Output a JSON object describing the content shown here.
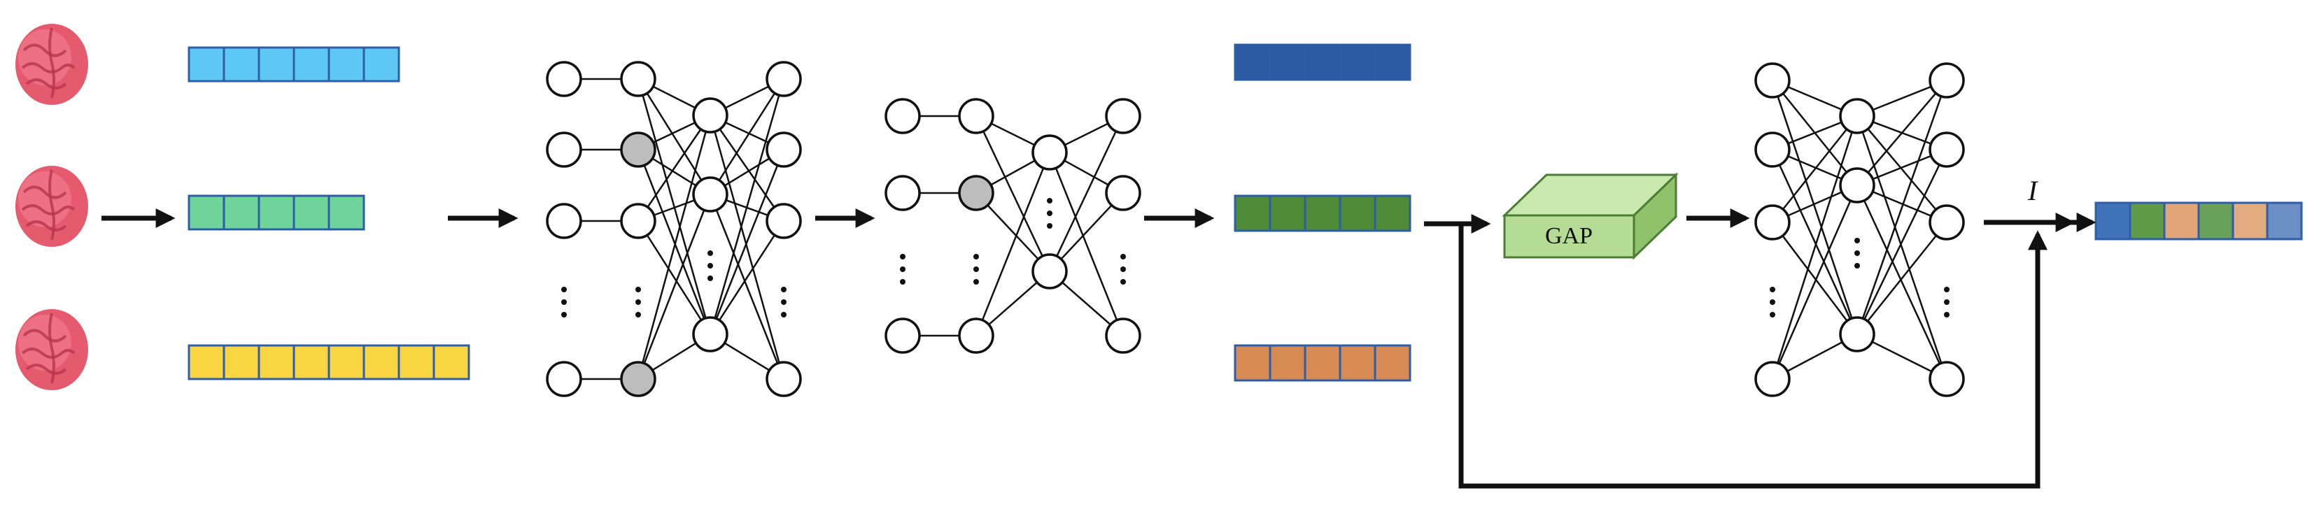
{
  "labels": {
    "gap": "GAP",
    "identity": "I"
  },
  "icons": {
    "input_nodes": [
      "brain-icon",
      "brain-icon",
      "brain-icon"
    ]
  },
  "input_vectors": [
    {
      "cells": 6,
      "color": "#5ec8f5"
    },
    {
      "cells": 5,
      "color": "#6fd49a"
    },
    {
      "cells": 8,
      "color": "#f9d542"
    }
  ],
  "feature_vectors": [
    {
      "cells": 5,
      "color": "#2b5ba3"
    },
    {
      "cells": 5,
      "color": "#4f8a36"
    },
    {
      "cells": 5,
      "color": "#d88a55"
    }
  ],
  "output_vector": {
    "colors": [
      "#3f72b8",
      "#5f9a48",
      "#e0a477",
      "#6aa15a",
      "#e3ab80",
      "#6b8fc4"
    ]
  },
  "colors": {
    "stroke": "#111111",
    "node_fill": "#ffffff",
    "node_gray": "#bdbdbd",
    "gap_front": "#b5dc95",
    "gap_top": "#c9e8ae",
    "gap_side": "#8fc26a",
    "gap_edge": "#4d7d34",
    "vec_border": "#2e5ea8",
    "brain": "#e65a6e"
  }
}
